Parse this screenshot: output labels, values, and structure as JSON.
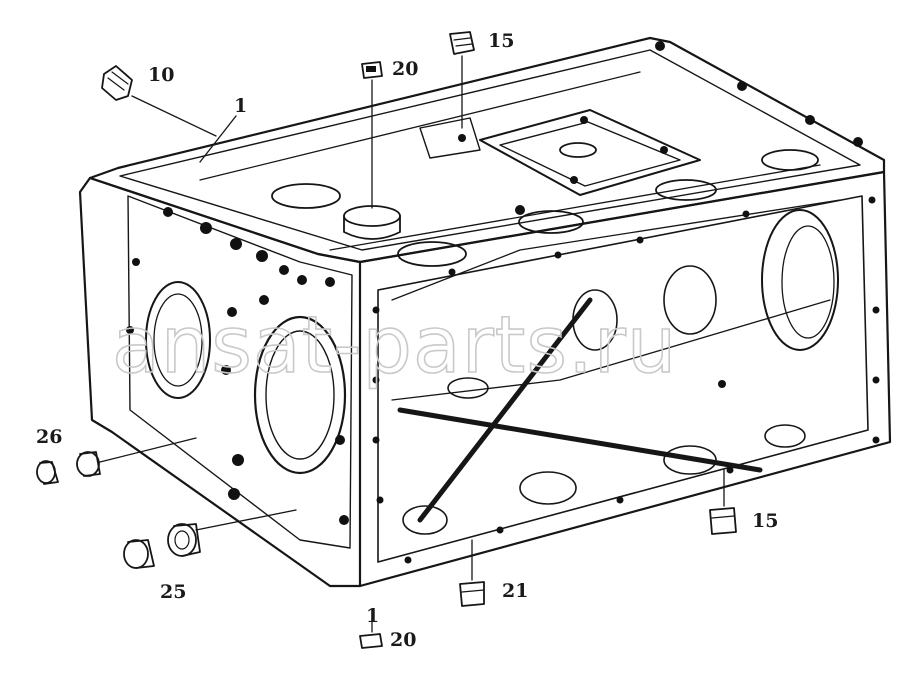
{
  "callouts": [
    {
      "id": "c10",
      "text": "10"
    },
    {
      "id": "c1-top",
      "text": "1"
    },
    {
      "id": "c20-top",
      "text": "20"
    },
    {
      "id": "c15-top",
      "text": "15"
    },
    {
      "id": "c26",
      "text": "26"
    },
    {
      "id": "c25",
      "text": "25"
    },
    {
      "id": "c15-bottom",
      "text": "15"
    },
    {
      "id": "c21",
      "text": "21"
    },
    {
      "id": "c1-bottom",
      "text": "1"
    },
    {
      "id": "c20-bottom",
      "text": "20"
    }
  ],
  "watermark": "ansat-parts.ru",
  "colors": {
    "ink": "#161616",
    "paper": "#ffffff",
    "watermark": "#c9c9c9"
  }
}
